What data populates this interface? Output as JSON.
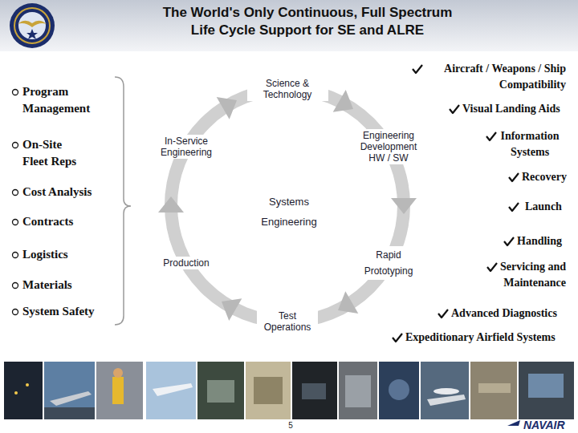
{
  "diagram": {
    "title": "The World's Only Continuous, Full Spectrum Life Cycle Support for SE and ALRE",
    "labels": [
      "Program Management",
      "On-Site Fleet Reps",
      "Cost Analysis",
      "Contracts",
      "Logistics",
      "Materials",
      "System Safety",
      "Science & Technology",
      "In-Service Engineering",
      "Engineering Development HW / SW",
      "Systems Engineering",
      "Rapid Prototyping",
      "Production",
      "Test Operations",
      "Aircraft / Weapons / Ship Compatibility",
      "Visual Landing Aids",
      "Information Systems",
      "Recovery",
      "Launch",
      "Handling",
      "Servicing and Maintenance",
      "Advanced Diagnostics",
      "Expeditionary Airfield Systems",
      "5",
      "NAVAIR"
    ]
  }
}
